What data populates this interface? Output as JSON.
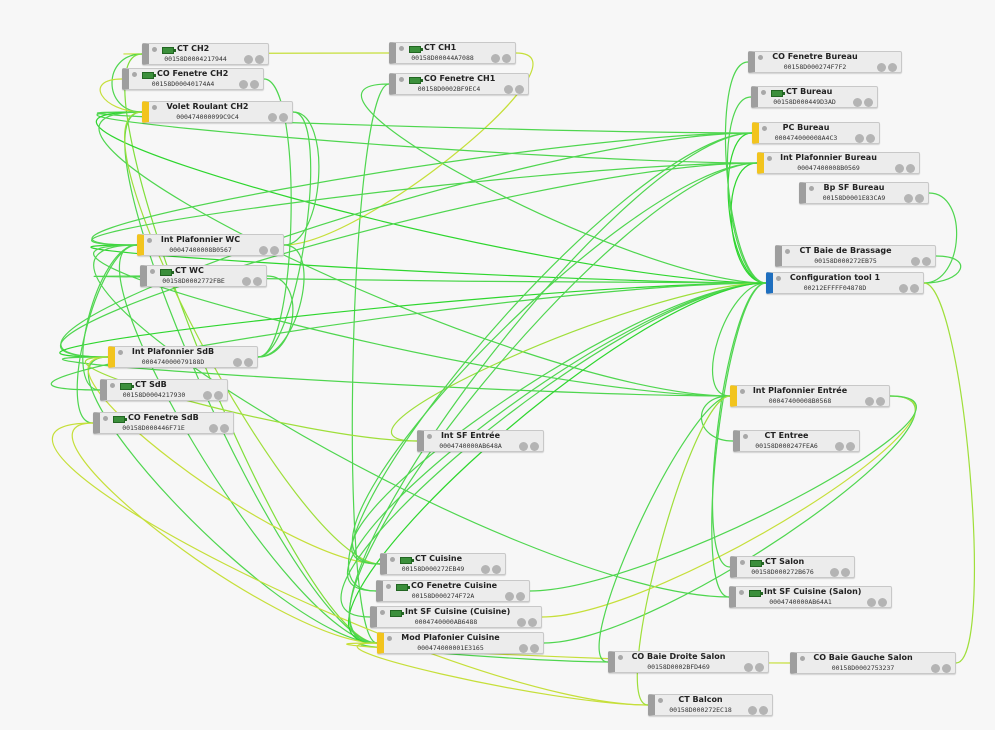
{
  "nodes": [
    {
      "id": "ct_ch2",
      "name": "CT CH2",
      "addr": "00158D0004217944",
      "type": "battery",
      "icon": "battery-icon"
    },
    {
      "id": "ct_ch1",
      "name": "CT CH1",
      "addr": "00158D00044A7088",
      "type": "battery",
      "icon": "battery-icon"
    },
    {
      "id": "co_fen_ch2",
      "name": "CO Fenetre CH2",
      "addr": "00158D00040174A4",
      "type": "battery",
      "icon": "battery-icon"
    },
    {
      "id": "co_fen_ch1",
      "name": "CO Fenetre CH1",
      "addr": "00158D0002BF9EC4",
      "type": "battery",
      "icon": "battery-icon"
    },
    {
      "id": "volet_ch2",
      "name": "Volet Roulant CH2",
      "addr": "000474000099C9C4",
      "type": "router"
    },
    {
      "id": "co_fen_bureau",
      "name": "CO Fenetre Bureau",
      "addr": "00158D000274F7F2",
      "type": "end"
    },
    {
      "id": "ct_bureau",
      "name": "CT Bureau",
      "addr": "00158D000449D3AD",
      "type": "battery",
      "icon": "battery-icon"
    },
    {
      "id": "pc_bureau",
      "name": "PC Bureau",
      "addr": "000474000008A4C3",
      "type": "router"
    },
    {
      "id": "int_plaf_bureau",
      "name": "Int Plafonnier Bureau",
      "addr": "00047400008B0569",
      "type": "router"
    },
    {
      "id": "bp_sf_bureau",
      "name": "Bp SF Bureau",
      "addr": "00158D0001E83CA9",
      "type": "end"
    },
    {
      "id": "ct_baie",
      "name": "CT Baie de Brassage",
      "addr": "00158D000272EB75",
      "type": "end"
    },
    {
      "id": "config",
      "name": "Configuration tool 1",
      "addr": "00212EFFFF04878D",
      "type": "coordinator"
    },
    {
      "id": "int_plaf_wc",
      "name": "Int Plafonnier WC",
      "addr": "00047400008B0567",
      "type": "router"
    },
    {
      "id": "ct_wc",
      "name": "CT WC",
      "addr": "00158D0002772FBE",
      "type": "battery",
      "icon": "battery-icon"
    },
    {
      "id": "int_plaf_sdb",
      "name": "Int Plafonnier SdB",
      "addr": "000474000079188D",
      "type": "router"
    },
    {
      "id": "ct_sdb",
      "name": "CT SdB",
      "addr": "00158D0004217930",
      "type": "battery",
      "icon": "battery-icon"
    },
    {
      "id": "co_fen_sdb",
      "name": "CO Fenetre SdB",
      "addr": "00158D000446F71E",
      "type": "battery",
      "icon": "battery-icon"
    },
    {
      "id": "int_plaf_entree",
      "name": "Int Plafonnier Entrée",
      "addr": "00047400008B0568",
      "type": "router"
    },
    {
      "id": "int_sf_entree",
      "name": "Int SF Entrée",
      "addr": "0004740000AB648A",
      "type": "end"
    },
    {
      "id": "ct_entree",
      "name": "CT Entree",
      "addr": "00158D000247FEA6",
      "type": "end"
    },
    {
      "id": "ct_cuisine",
      "name": "CT Cuisine",
      "addr": "00158D000272EB49",
      "type": "battery",
      "icon": "battery-icon"
    },
    {
      "id": "co_fen_cuisine",
      "name": "CO Fenetre Cuisine",
      "addr": "00158D000274F72A",
      "type": "battery",
      "icon": "battery-icon"
    },
    {
      "id": "int_sf_cuisine",
      "name": "Int SF Cuisine (Cuisine)",
      "addr": "0004740000AB6488",
      "type": "battery",
      "icon": "battery-icon"
    },
    {
      "id": "mod_plaf_cuisine",
      "name": "Mod Plafonier Cuisine",
      "addr": "000474000001E3165",
      "type": "router"
    },
    {
      "id": "ct_salon",
      "name": "CT Salon",
      "addr": "00158D000272B676",
      "type": "battery",
      "icon": "battery-icon"
    },
    {
      "id": "int_sf_salon",
      "name": "Int SF Cuisine (Salon)",
      "addr": "0004740000AB64A1",
      "type": "battery",
      "icon": "battery-icon"
    },
    {
      "id": "co_baie_droite",
      "name": "CO Baie Droite Salon",
      "addr": "00158D0002BFD469",
      "type": "end"
    },
    {
      "id": "co_baie_gauche",
      "name": "CO Baie Gauche Salon",
      "addr": "00158D0002753237",
      "type": "end"
    },
    {
      "id": "ct_balcon",
      "name": "CT Balcon",
      "addr": "00158D000272EC18",
      "type": "end"
    }
  ],
  "links": [
    [
      "ct_ch2",
      "ct_ch1",
      "#c6df3a"
    ],
    [
      "ct_ch2",
      "volet_ch2",
      "#4fd64f"
    ],
    [
      "ct_ch2",
      "mod_plaf_cuisine",
      "#7fdf3a"
    ],
    [
      "co_fen_ch2",
      "int_plaf_sdb",
      "#4fd64f"
    ],
    [
      "co_fen_ch2",
      "volet_ch2",
      "#c6df3a"
    ],
    [
      "co_fen_ch1",
      "config",
      "#4fd64f"
    ],
    [
      "co_fen_ch1",
      "mod_plaf_cuisine",
      "#4fd64f"
    ],
    [
      "ct_ch1",
      "int_plaf_wc",
      "#c6df3a"
    ],
    [
      "volet_ch2",
      "pc_bureau",
      "#4fd64f"
    ],
    [
      "volet_ch2",
      "int_plaf_bureau",
      "#4fd64f"
    ],
    [
      "volet_ch2",
      "config",
      "#2ed62e"
    ],
    [
      "volet_ch2",
      "int_plaf_wc",
      "#4fd64f"
    ],
    [
      "volet_ch2",
      "int_plaf_sdb",
      "#4fd64f"
    ],
    [
      "volet_ch2",
      "int_plaf_entree",
      "#4fd64f"
    ],
    [
      "volet_ch2",
      "mod_plaf_cuisine",
      "#4fd64f"
    ],
    [
      "volet_ch2",
      "ct_cuisine",
      "#9fdf3a"
    ],
    [
      "int_plaf_wc",
      "pc_bureau",
      "#4fd64f"
    ],
    [
      "int_plaf_wc",
      "int_plaf_bureau",
      "#4fd64f"
    ],
    [
      "int_plaf_wc",
      "config",
      "#2ed62e"
    ],
    [
      "int_plaf_wc",
      "int_plaf_entree",
      "#4fd64f"
    ],
    [
      "int_plaf_wc",
      "int_plaf_sdb",
      "#4fd64f"
    ],
    [
      "int_plaf_wc",
      "mod_plaf_cuisine",
      "#4fd64f"
    ],
    [
      "int_plaf_wc",
      "int_sf_salon",
      "#4fd64f"
    ],
    [
      "ct_wc",
      "int_plaf_sdb",
      "#4fd64f"
    ],
    [
      "ct_wc",
      "config",
      "#4fd64f"
    ],
    [
      "int_plaf_sdb",
      "pc_bureau",
      "#4fd64f"
    ],
    [
      "int_plaf_sdb",
      "int_plaf_bureau",
      "#4fd64f"
    ],
    [
      "int_plaf_sdb",
      "config",
      "#2ed62e"
    ],
    [
      "int_plaf_sdb",
      "int_plaf_entree",
      "#4fd64f"
    ],
    [
      "int_plaf_sdb",
      "mod_plaf_cuisine",
      "#4fd64f"
    ],
    [
      "int_plaf_sdb",
      "ct_cuisine",
      "#c6df3a"
    ],
    [
      "int_plaf_sdb",
      "int_sf_entree",
      "#9fdf3a"
    ],
    [
      "ct_sdb",
      "config",
      "#4fd64f"
    ],
    [
      "ct_sdb",
      "int_plaf_wc",
      "#4fd64f"
    ],
    [
      "co_fen_sdb",
      "int_plaf_wc",
      "#4fd64f"
    ],
    [
      "co_fen_sdb",
      "mod_plaf_cuisine",
      "#c6df3a"
    ],
    [
      "co_fen_sdb",
      "ct_balcon",
      "#c6df3a"
    ],
    [
      "pc_bureau",
      "config",
      "#2ed62e"
    ],
    [
      "int_plaf_bureau",
      "config",
      "#2ed62e"
    ],
    [
      "co_fen_bureau",
      "config",
      "#4fd64f"
    ],
    [
      "ct_bureau",
      "config",
      "#4fd64f"
    ],
    [
      "bp_sf_bureau",
      "config",
      "#4fd64f"
    ],
    [
      "ct_baie",
      "config",
      "#4fd64f"
    ],
    [
      "int_plaf_entree",
      "config",
      "#4fd64f"
    ],
    [
      "int_plaf_entree",
      "mod_plaf_cuisine",
      "#4fd64f"
    ],
    [
      "int_plaf_entree",
      "int_sf_cuisine",
      "#c6df3a"
    ],
    [
      "int_plaf_entree",
      "co_fen_cuisine",
      "#4fd64f"
    ],
    [
      "ct_entree",
      "int_plaf_entree",
      "#4fd64f"
    ],
    [
      "int_sf_entree",
      "config",
      "#9fdf3a"
    ],
    [
      "ct_cuisine",
      "config",
      "#4fd64f"
    ],
    [
      "co_fen_cuisine",
      "config",
      "#4fd64f"
    ],
    [
      "int_sf_cuisine",
      "config",
      "#4fd64f"
    ],
    [
      "mod_plaf_cuisine",
      "config",
      "#2ed62e"
    ],
    [
      "mod_plaf_cuisine",
      "pc_bureau",
      "#4fd64f"
    ],
    [
      "mod_plaf_cuisine",
      "int_plaf_bureau",
      "#4fd64f"
    ],
    [
      "mod_plaf_cuisine",
      "co_baie_droite",
      "#4fd64f"
    ],
    [
      "mod_plaf_cuisine",
      "ct_balcon",
      "#c6df3a"
    ],
    [
      "mod_plaf_cuisine",
      "co_baie_gauche",
      "#c6df3a"
    ],
    [
      "ct_salon",
      "config",
      "#4fd64f"
    ],
    [
      "int_sf_salon",
      "config",
      "#4fd64f"
    ],
    [
      "co_baie_droite",
      "int_plaf_entree",
      "#4fd64f"
    ],
    [
      "co_baie_gauche",
      "config",
      "#9fdf3a"
    ],
    [
      "ct_balcon",
      "int_plaf_entree",
      "#9fdf3a"
    ],
    [
      "ct_cuisine",
      "int_plaf_bureau",
      "#4fd64f"
    ],
    [
      "co_fen_cuisine",
      "pc_bureau",
      "#4fd64f"
    ]
  ]
}
